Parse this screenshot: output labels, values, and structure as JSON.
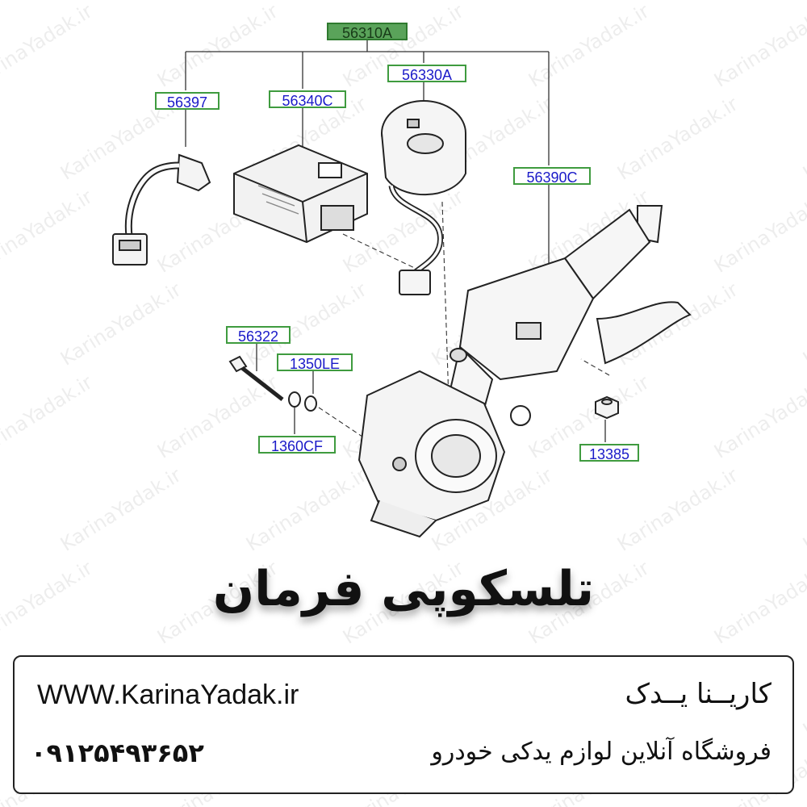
{
  "watermark": "KarinaYadak.ir",
  "diagram": {
    "labels": {
      "main_assembly": "56310A",
      "p56397": "56397",
      "p56340C": "56340C",
      "p56330A": "56330A",
      "p56390C": "56390C",
      "p56322": "56322",
      "p1350LE": "1350LE",
      "p1360CF": "1360CF",
      "p13385": "13385"
    },
    "colors": {
      "label_border": "#3f9b3f",
      "label_text": "#1a1ac8",
      "main_label_fill": "#5aa35a"
    }
  },
  "title": "تلسکوپی فرمان",
  "footer": {
    "website": "WWW.KarinaYadak.ir",
    "phone": "۰۹۱۲۵۴۹۳۶۵۲",
    "shop_name": "کاریــنا یــدک",
    "shop_description": "فروشگاه آنلاین لوازم یدکی خودرو"
  }
}
